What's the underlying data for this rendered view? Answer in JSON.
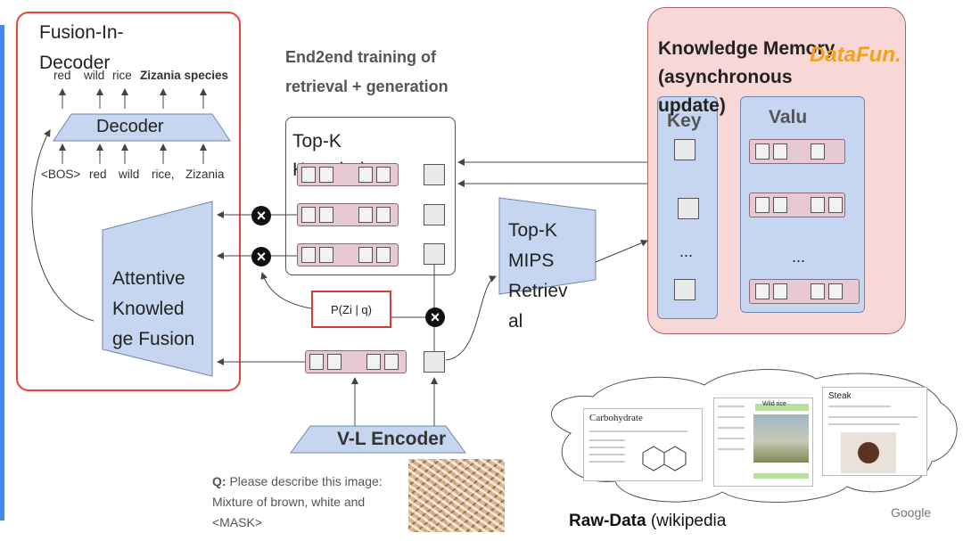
{
  "left_panel": {
    "title": "Fusion-In-Decoder",
    "decoder": {
      "label": "Decoder",
      "outputs": [
        "red",
        "wild",
        "rice",
        "Zizania species"
      ],
      "inputs": [
        "<BOS>",
        "red",
        "wild",
        "rice,",
        "Zizania"
      ]
    },
    "fusion_block": [
      "Attentive",
      "Knowled",
      "ge Fusion"
    ]
  },
  "training_note": [
    "End2end training of",
    "retrieval + generation"
  ],
  "topk_knowledge": [
    "Top-K",
    "Knowledge"
  ],
  "probability_box": "P(Zi | q)",
  "mips": [
    "Top-K",
    "MIPS",
    "Retriev",
    "al"
  ],
  "knowledge_memory": {
    "title": [
      "Knowledge Memory",
      "(asynchronous",
      "update)"
    ],
    "key_label": "Key",
    "value_label": "Valu",
    "ellipsis": "..."
  },
  "watermark": "DataFun.",
  "encoder": {
    "label": "V-L Encoder",
    "query_prefix": "Q:",
    "query_lines": [
      "Please describe this image:",
      "Mixture of brown, white and",
      "<MASK>"
    ]
  },
  "raw_data": {
    "label_bold": "Raw-Data",
    "label_rest": "(wikipedia",
    "google": "Google",
    "pages": {
      "carbohydrate": "Carbohydrate",
      "wild_rice": "Wild rice",
      "steak": "Steak"
    }
  },
  "colors": {
    "accent_blue": "#4a86e8",
    "highlight_red": "#e8433a",
    "memory_pink": "#f8d7d7",
    "block_blue": "#c6d6f0",
    "row_pink": "#e6c9d2",
    "watermark_orange": "#f4a11a"
  }
}
